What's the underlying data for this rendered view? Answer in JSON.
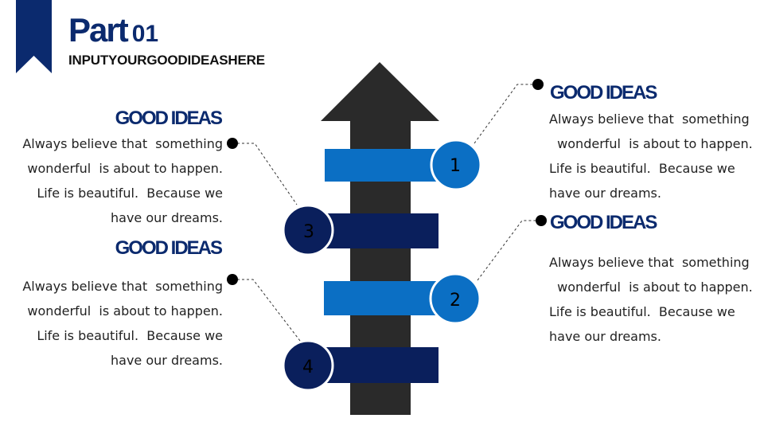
{
  "header": {
    "title_main": "Part",
    "title_number": "01",
    "subtitle": "INPUTYOURGOODIDEASHERE"
  },
  "colors": {
    "navy": "#0b2a6e",
    "deep_navy": "#0a1f5c",
    "blue": "#0b6fc4",
    "arrow": "#2a2a2a"
  },
  "steps": [
    {
      "number": "1",
      "heading": "GOOD IDEAS",
      "lines": [
        "Always believe that  something",
        "  wonderful  is about to happen.",
        "Life is beautiful.  Because we",
        "have our dreams."
      ]
    },
    {
      "number": "2",
      "heading": "GOOD IDEAS",
      "lines": [
        "Always believe that  something",
        "  wonderful  is about to happen.",
        "Life is beautiful.  Because we",
        "have our dreams."
      ]
    },
    {
      "number": "3",
      "heading": "GOOD IDEAS",
      "lines": [
        "Always believe that  something",
        "wonderful  is about to happen.",
        "Life is beautiful.  Because we",
        "have our dreams."
      ]
    },
    {
      "number": "4",
      "heading": "GOOD IDEAS",
      "lines": [
        "Always believe that  something",
        "wonderful  is about to happen.",
        "Life is beautiful.  Because we",
        "have our dreams."
      ]
    }
  ]
}
